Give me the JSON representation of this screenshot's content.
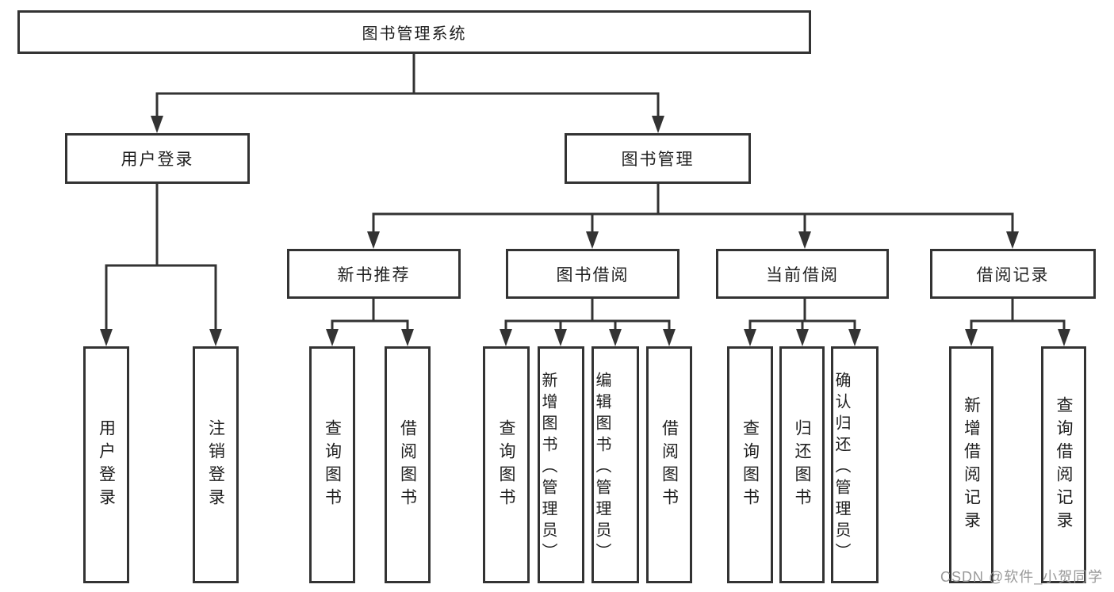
{
  "diagram": {
    "type": "tree-structure-chart",
    "tree": {
      "label": "图书管理系统",
      "children": [
        {
          "label": "用户登录",
          "children": [
            {
              "label": "用户登录"
            },
            {
              "label": "注销登录"
            }
          ]
        },
        {
          "label": "图书管理",
          "children": [
            {
              "label": "新书推荐",
              "children": [
                {
                  "label": "查询图书"
                },
                {
                  "label": "借阅图书"
                }
              ]
            },
            {
              "label": "图书借阅",
              "children": [
                {
                  "label": "查询图书"
                },
                {
                  "label": "新增图书（管理员）"
                },
                {
                  "label": "编辑图书（管理员）"
                },
                {
                  "label": "借阅图书"
                }
              ]
            },
            {
              "label": "当前借阅",
              "children": [
                {
                  "label": "查询图书"
                },
                {
                  "label": "归还图书"
                },
                {
                  "label": "确认归还（管理员）"
                }
              ]
            },
            {
              "label": "借阅记录",
              "children": [
                {
                  "label": "新增借阅记录"
                },
                {
                  "label": "查询借阅记录"
                }
              ]
            }
          ]
        }
      ]
    },
    "watermark": "CSDN @软件_小贺同学",
    "colors": {
      "line": "#333333",
      "box_border": "#333333",
      "box_fill": "#ffffff",
      "text": "#1f1f1f",
      "watermark": "#999999",
      "background": "#ffffff"
    }
  }
}
